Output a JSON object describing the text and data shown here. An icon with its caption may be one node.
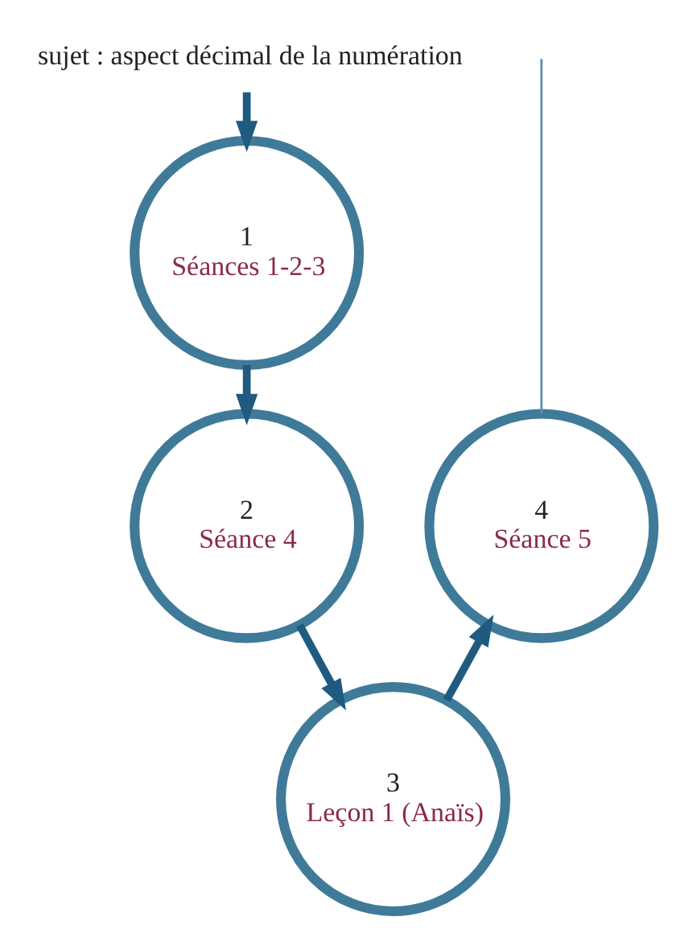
{
  "diagram": {
    "nodes": [
      {
        "text": [
          "sujet : aspect décimal de la numération"
        ]
      },
      {
        "text": [
          "1",
          "Séances 1-2-3"
        ]
      },
      {
        "text": [
          "2",
          "Séance 4"
        ]
      },
      {
        "text": [
          "3",
          "Leçon 1 (Anaïs)"
        ]
      },
      {
        "text": [
          "4",
          "Séance 5"
        ]
      }
    ],
    "edges": [
      {
        "from": 0,
        "to": 1,
        "arrow": "to"
      },
      {
        "from": 1,
        "to": 2,
        "arrow": "to"
      },
      {
        "from": 2,
        "to": 3,
        "arrow": "to"
      },
      {
        "from": 3,
        "to": 4,
        "arrow": "to"
      },
      {
        "from": 4,
        "to": null,
        "arrow": "none",
        "color": "#5f8fae"
      }
    ]
  }
}
